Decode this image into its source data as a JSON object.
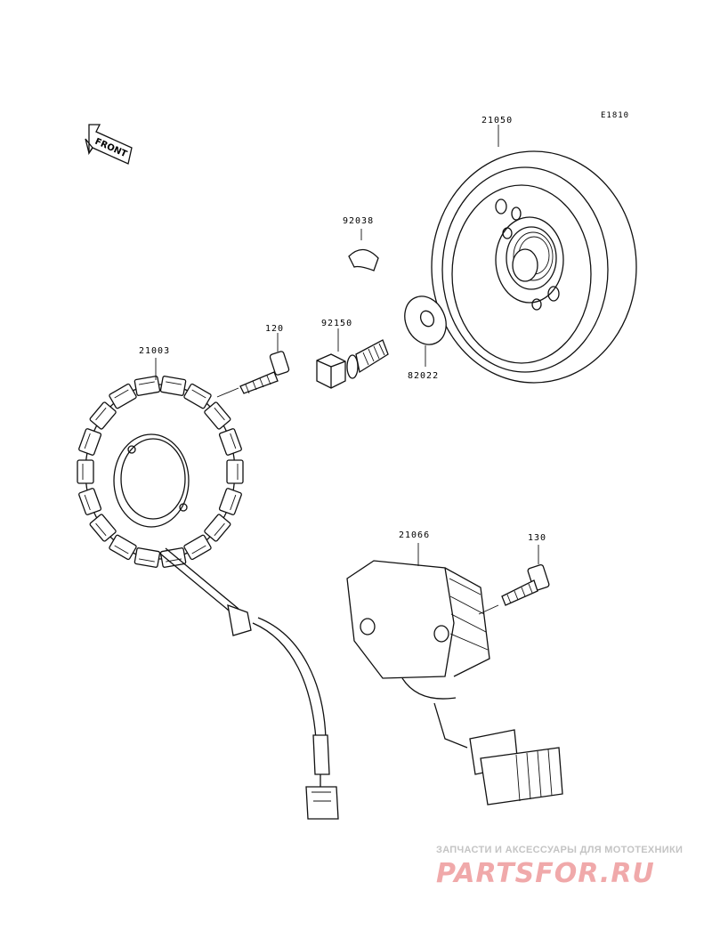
{
  "diagram": {
    "sheet_code": "E1810",
    "front_label": "FRONT",
    "parts": [
      {
        "number": "21050"
      },
      {
        "number": "92038"
      },
      {
        "number": "82022"
      },
      {
        "number": "92150"
      },
      {
        "number": "120"
      },
      {
        "number": "21003"
      },
      {
        "number": "21066"
      },
      {
        "number": "130"
      }
    ]
  },
  "watermark": {
    "tagline": "ЗАПЧАСТИ И АКСЕССУАРЫ ДЛЯ МОТОТЕХНИКИ",
    "logo_text": "PARTSFOR.RU"
  }
}
